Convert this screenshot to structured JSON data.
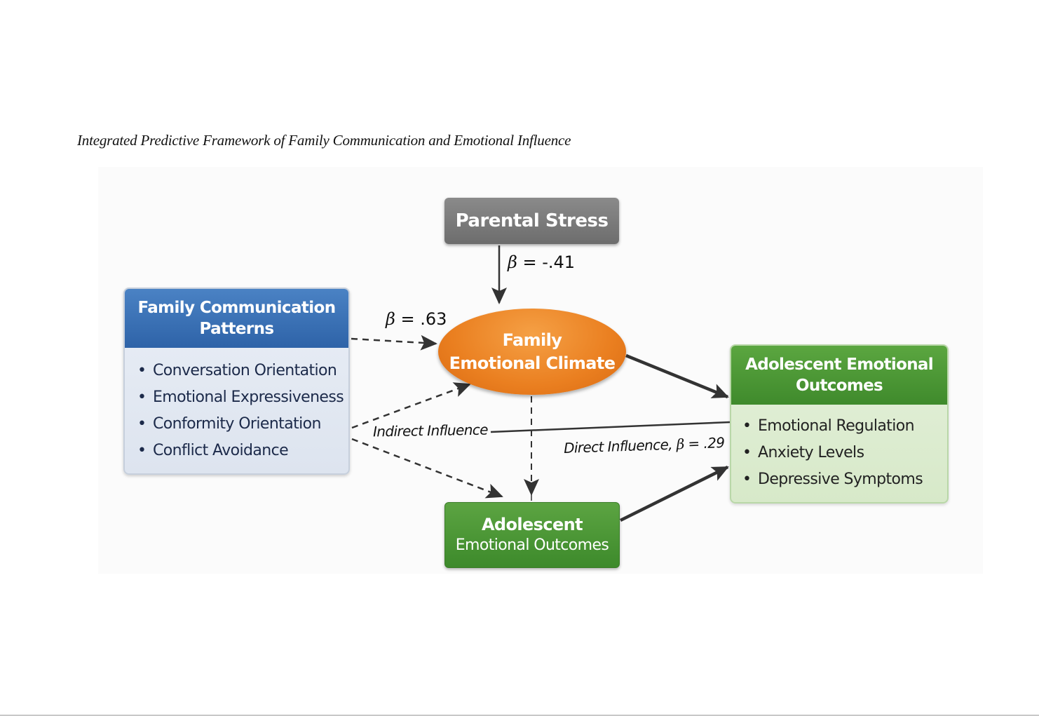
{
  "figure": {
    "title": "Integrated Predictive Framework of Family Communication and Emotional Influence"
  },
  "nodes": {
    "parental_stress": {
      "label": "Parental Stress",
      "color": "#7a7a7a"
    },
    "family_communication_patterns": {
      "title_line1": "Family Communication",
      "title_line2": "Patterns",
      "color": "#3a6fb5",
      "items": [
        "Conversation Orientation",
        "Emotional Expressiveness",
        "Conformity Orientation",
        "Conflict Avoidance"
      ]
    },
    "family_emotional_climate": {
      "line1": "Family",
      "line2": "Emotional Climate",
      "color": "#ea7f20"
    },
    "adolescent_outcomes_right": {
      "title_line1": "Adolescent Emotional",
      "title_line2": "Outcomes",
      "color": "#4c9935",
      "items": [
        "Emotional Regulation",
        "Anxiety Levels",
        "Depressive Symptoms"
      ]
    },
    "adolescent_outcomes_bottom": {
      "line1": "Adolescent",
      "line2": "Emotional Outcomes",
      "color": "#4c9935"
    }
  },
  "edges": {
    "stress_to_climate": {
      "beta_symbol": "β",
      "value_text": " = -.41",
      "style": "solid"
    },
    "fcp_to_climate": {
      "beta_symbol": "β",
      "value_text": " = .63",
      "style": "dashed"
    },
    "indirect": {
      "label": "Indirect Influence",
      "style": "dashed"
    },
    "direct": {
      "label_prefix": "Direct Influence, ",
      "beta_symbol": "β",
      "value_text": " = .29",
      "style": "solid"
    }
  },
  "bullet": "•"
}
